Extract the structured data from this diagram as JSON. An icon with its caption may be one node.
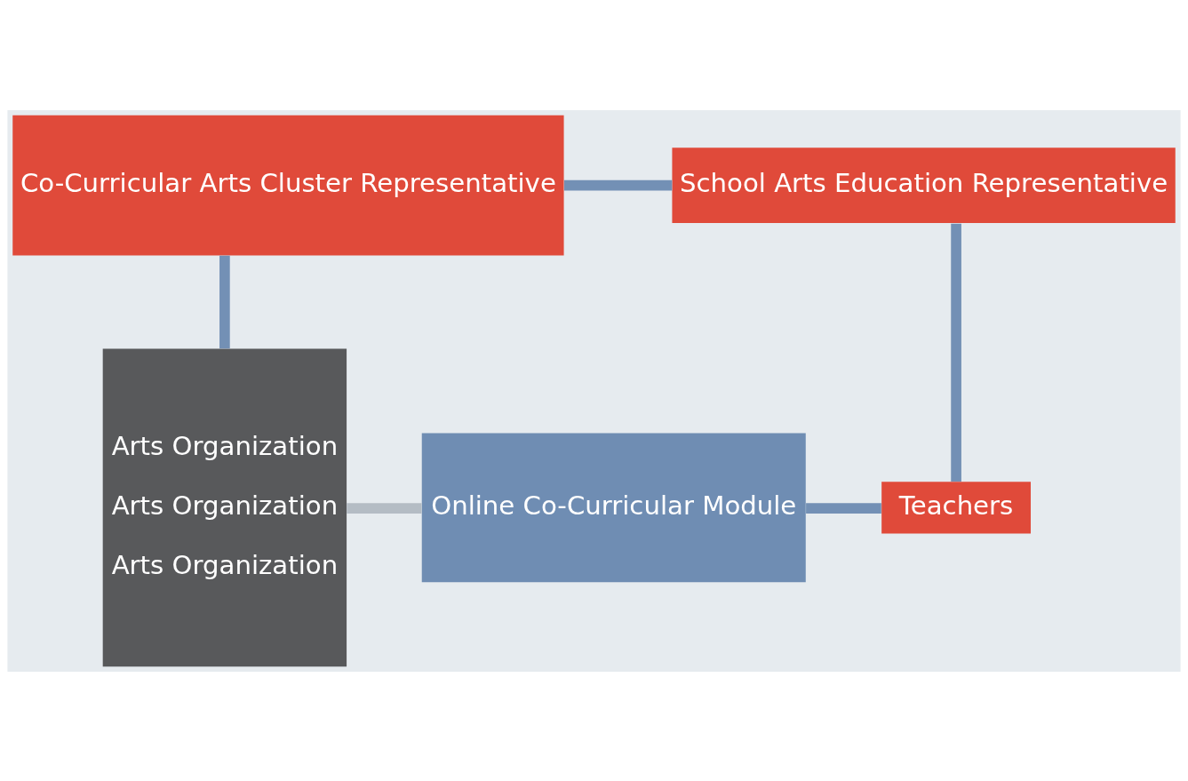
{
  "diagram": {
    "nodes": [
      {
        "text": [
          "Co-Curricular Arts Cluster Representative"
        ]
      },
      {
        "text": [
          "School Arts Education Representative"
        ]
      },
      {
        "text": [
          "Arts Organization",
          "Arts Organization",
          "Arts Organization"
        ]
      },
      {
        "text": [
          "Online Co-Curricular Module"
        ]
      },
      {
        "text": [
          "Teachers"
        ]
      }
    ],
    "edges": [
      {
        "from": 0,
        "to": 1,
        "arrow": "none"
      },
      {
        "from": 0,
        "to": 2,
        "arrow": "none"
      },
      {
        "from": 1,
        "to": 4,
        "arrow": "none"
      },
      {
        "from": 2,
        "to": 3,
        "arrow": "none",
        "color": "#b4bcc4"
      },
      {
        "from": 3,
        "to": 4,
        "arrow": "none"
      }
    ]
  }
}
